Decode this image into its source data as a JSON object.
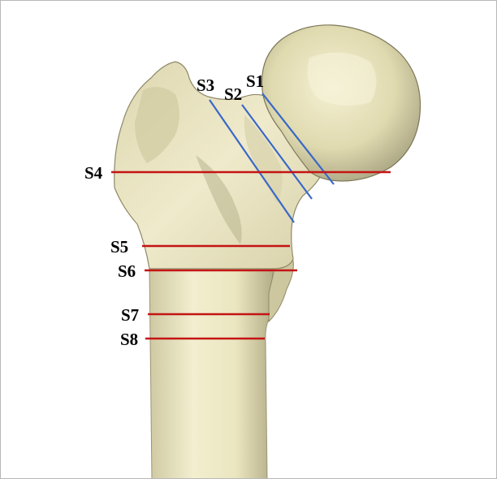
{
  "figure": {
    "subject": "femur",
    "bone_color": "#ece7c0",
    "shadow_color": "#8c8a6a",
    "neck_section_color": "#3a68c8",
    "shaft_section_color": "#c41414"
  },
  "sections": [
    {
      "id": "s1",
      "label": "S1",
      "group": "neck"
    },
    {
      "id": "s2",
      "label": "S2",
      "group": "neck"
    },
    {
      "id": "s3",
      "label": "S3",
      "group": "neck"
    },
    {
      "id": "s4",
      "label": "S4",
      "group": "shaft"
    },
    {
      "id": "s5",
      "label": "S5",
      "group": "shaft"
    },
    {
      "id": "s6",
      "label": "S6",
      "group": "shaft"
    },
    {
      "id": "s7",
      "label": "S7",
      "group": "shaft"
    },
    {
      "id": "s8",
      "label": "S8",
      "group": "shaft"
    }
  ]
}
